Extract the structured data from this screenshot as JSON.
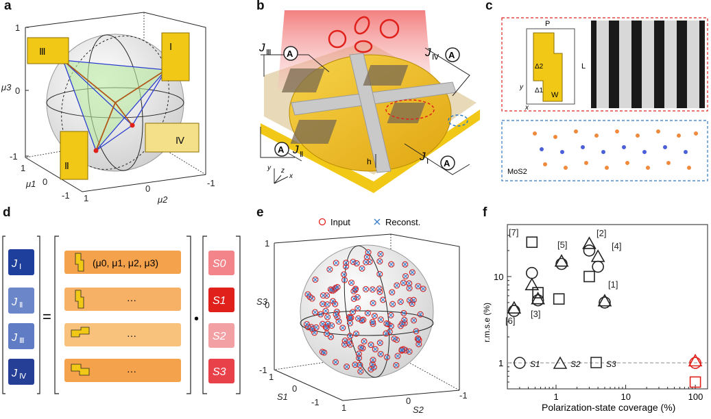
{
  "panels": {
    "a": {
      "label": "a",
      "axis_mu3": "μ3",
      "axis_mu1": "μ1",
      "axis_mu2": "μ2",
      "ticks_mu3": [
        "1",
        "0",
        "-1"
      ],
      "ticks_mu1": [
        "1",
        "0",
        "-1"
      ],
      "ticks_mu2": [
        "1",
        "0",
        "-1"
      ],
      "shape_labels": [
        "Ⅲ",
        "Ⅰ",
        "Ⅳ",
        "Ⅱ"
      ]
    },
    "b": {
      "label": "b",
      "j3": "J",
      "j3sub": "Ⅲ",
      "j4": "J",
      "j4sub": "Ⅳ",
      "j2": "J",
      "j2sub": "Ⅱ",
      "j1": "J",
      "j1sub": "Ⅰ",
      "ammeter": "A",
      "h_label": "h",
      "ax_x": "x",
      "ax_y": "y",
      "ax_z": "z"
    },
    "c": {
      "label": "c",
      "P": "P",
      "L": "L",
      "W": "W",
      "delta2": "Δ2",
      "delta1": "Δ1",
      "ax_x": "x",
      "ax_y": "y",
      "mos2": "MoS2"
    },
    "d": {
      "label": "d",
      "J_labels": [
        "Ⅰ",
        "Ⅱ",
        "Ⅲ",
        "Ⅳ"
      ],
      "J_letter": "J",
      "row1_text": "(μ0, μ1, μ2, μ3)",
      "dots": "···",
      "S_labels": [
        "S0",
        "S1",
        "S2",
        "S3"
      ],
      "equals": "=",
      "bullet": "•"
    },
    "e": {
      "label": "e",
      "legend_input": "Input",
      "legend_reconst": "Reconst.",
      "axis_s3": "S3",
      "axis_s1": "S1",
      "axis_s2": "S2",
      "ticks_s3": [
        "1",
        "0",
        "-1"
      ],
      "ticks_s1": [
        "1",
        "0",
        "-1"
      ],
      "ticks_s2": [
        "0",
        "-1"
      ],
      "tick_s2_left": "1"
    },
    "f": {
      "label": "f",
      "ylabel": "r.m.s.e  (%)",
      "xlabel": "Polarization-state coverage (%)",
      "refs": [
        "[7]",
        "[5]",
        "[2]",
        "[4]",
        "[1]",
        "[6]",
        "[3]"
      ],
      "legend": [
        "S1",
        "S2",
        "S3"
      ]
    }
  },
  "chart_data": {
    "type": "scatter",
    "xscale": "log",
    "yscale": "log",
    "xlim": [
      0.2,
      150
    ],
    "ylim": [
      0.5,
      40
    ],
    "xticks": [
      "1",
      "10",
      "100"
    ],
    "yticks": [
      "1",
      "10"
    ],
    "xlabel": "Polarization-state coverage (%)",
    "ylabel": "r.m.s.e  (%)",
    "reference_line_y": 1,
    "series": [
      {
        "name": "S1",
        "marker": "circle",
        "points": [
          {
            "x": 0.25,
            "y": 4.0
          },
          {
            "x": 0.45,
            "y": 11
          },
          {
            "x": 0.55,
            "y": 5.3
          },
          {
            "x": 1.2,
            "y": 14
          },
          {
            "x": 3.0,
            "y": 20
          },
          {
            "x": 4.0,
            "y": 13
          },
          {
            "x": 5.0,
            "y": 5.0
          },
          {
            "x": 100,
            "y": 1.0,
            "highlight": true
          }
        ]
      },
      {
        "name": "S2",
        "marker": "triangle",
        "points": [
          {
            "x": 0.25,
            "y": 4.3
          },
          {
            "x": 0.45,
            "y": 8
          },
          {
            "x": 0.55,
            "y": 5.5
          },
          {
            "x": 1.2,
            "y": 15
          },
          {
            "x": 3.0,
            "y": 24
          },
          {
            "x": 4.0,
            "y": 17
          },
          {
            "x": 5.0,
            "y": 5.2
          },
          {
            "x": 100,
            "y": 1.05,
            "highlight": true
          }
        ]
      },
      {
        "name": "S3",
        "marker": "square",
        "points": [
          {
            "x": 0.45,
            "y": 25
          },
          {
            "x": 0.55,
            "y": 6.5
          },
          {
            "x": 1.1,
            "y": 5.5
          },
          {
            "x": 3.0,
            "y": 10
          },
          {
            "x": 100,
            "y": 0.6,
            "highlight": true
          }
        ]
      }
    ],
    "highlight_color": "#e0201b"
  }
}
